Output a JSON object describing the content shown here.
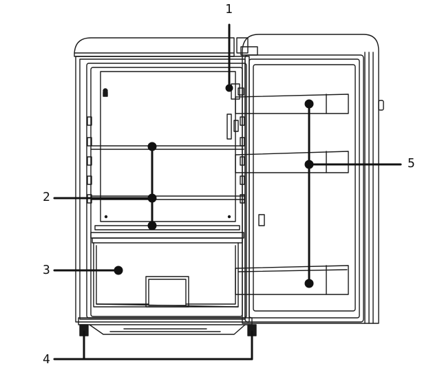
{
  "callouts": {
    "c1": "1",
    "c2": "2",
    "c3": "3",
    "c4": "4",
    "c5": "5"
  },
  "colors": {
    "outline": "#1a1a1a",
    "line": "#111111",
    "background": "#ffffff",
    "shade": "#cfcfcf"
  }
}
